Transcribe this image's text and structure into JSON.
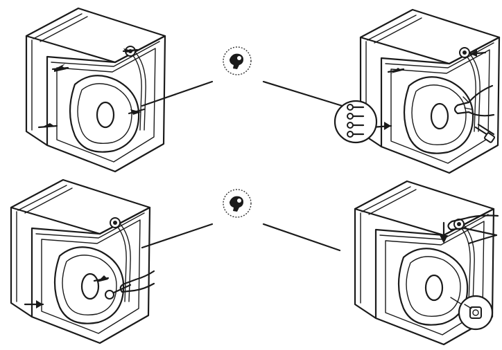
{
  "figure": {
    "panels": [
      {
        "id": "top-left",
        "subject": "washer-back-view",
        "arrows": 4
      },
      {
        "id": "top-right",
        "subject": "washer-back-bolts-removed",
        "arrows": 3
      },
      {
        "id": "bottom-left",
        "subject": "washer-back-wrench",
        "arrows": 2
      },
      {
        "id": "bottom-right",
        "subject": "washer-back-cap-insert",
        "arrows": 1
      }
    ],
    "icons": [
      "wrench-badge-icon",
      "wrench-badge-icon"
    ],
    "line_color": "#1a1a1a",
    "background": "#ffffff"
  }
}
